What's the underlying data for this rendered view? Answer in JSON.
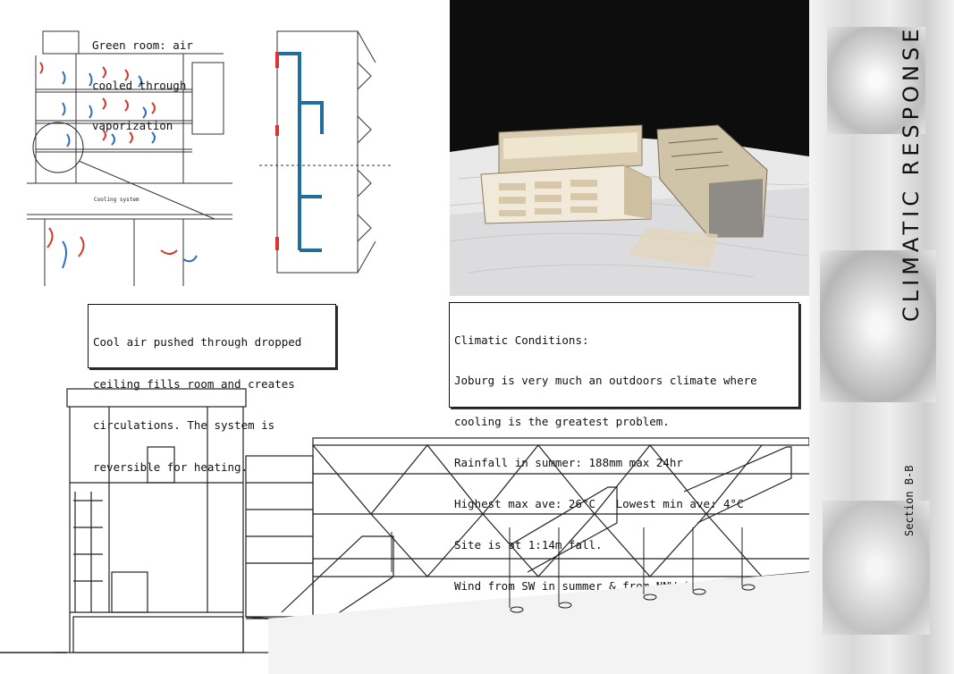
{
  "sidebar": {
    "title": "CLIMATIC RESPONSE",
    "section_label": "Section B-B"
  },
  "annotations": {
    "green_room": [
      "Green room: air",
      "cooled through",
      "vaporization"
    ],
    "cooling_system_label": "Cooling system",
    "cool_air_note": [
      "Cool air pushed through dropped",
      "ceiling fills room and creates",
      "circulations. The system is",
      "reversible for heating."
    ],
    "climatic_conditions": [
      "Climatic Conditions:",
      "Joburg is very much an outdoors climate where",
      "cooling is the greatest problem.",
      "Rainfall in summer: 188mm max 24hr",
      "Highest max ave: 26°C   Lowest min ave: 4°C",
      "Site is at 1:14m fall.",
      "Wind from SW in summer & from NNW in winter"
    ]
  },
  "colors": {
    "duct_blue": "#1f6f9a",
    "warm_red": "#d23a2a",
    "cool_blue": "#2f6fc0"
  }
}
